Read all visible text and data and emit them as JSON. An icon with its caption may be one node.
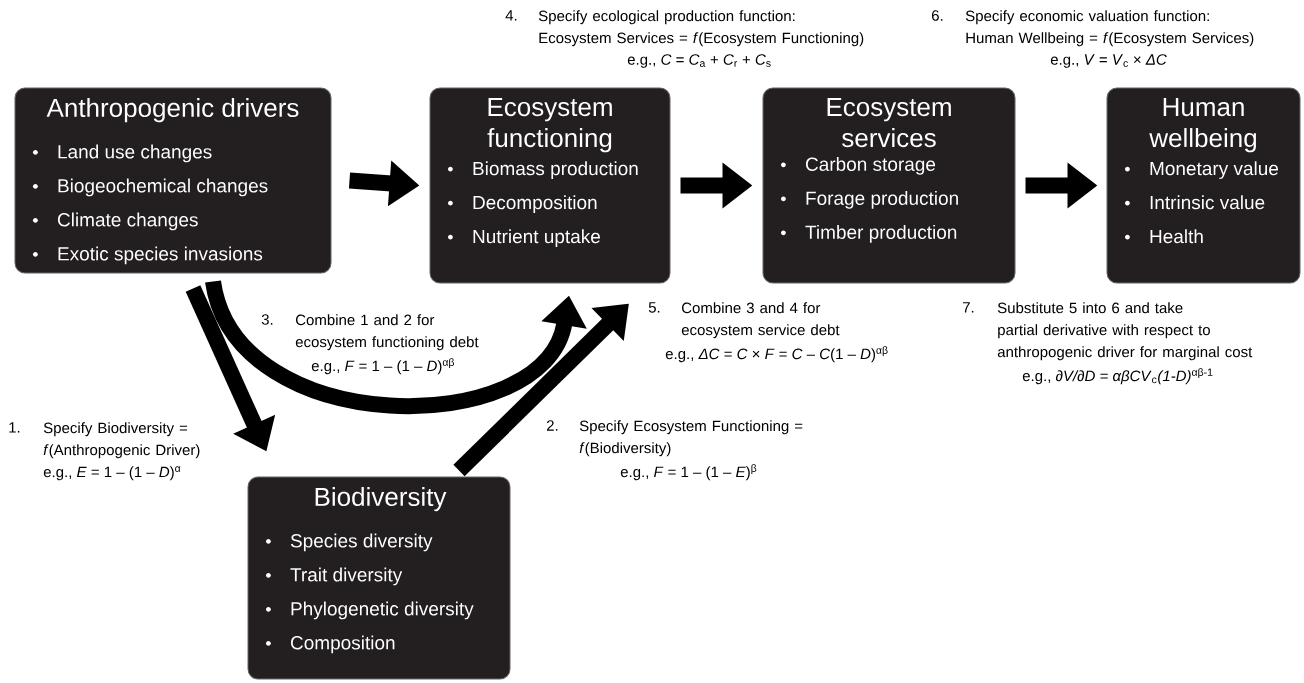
{
  "diagram": {
    "nodes": [
      {
        "text": [
          "Anthropogenic drivers",
          "Land use changes",
          "Biogeochemical changes",
          "Climate changes",
          "Exotic species invasions"
        ]
      },
      {
        "text": [
          "Ecosystem functioning",
          "Biomass production",
          "Decomposition",
          "Nutrient uptake"
        ]
      },
      {
        "text": [
          "Ecosystem services",
          "Carbon storage",
          "Forage production",
          "Timber production"
        ]
      },
      {
        "text": [
          "Human wellbeing",
          "Monetary value",
          "Intrinsic value",
          "Health"
        ]
      },
      {
        "text": [
          "Biodiversity",
          "Species diversity",
          "Trait diversity",
          "Phylogenetic diversity",
          "Composition"
        ]
      }
    ],
    "edges": [
      {
        "from": 0,
        "to": 1,
        "arrow": "to"
      },
      {
        "from": 1,
        "to": 2,
        "arrow": "to"
      },
      {
        "from": 2,
        "to": 3,
        "arrow": "to"
      },
      {
        "from": 0,
        "to": 4,
        "arrow": "to"
      },
      {
        "from": 4,
        "to": 1,
        "arrow": "to"
      },
      {
        "from": 0,
        "to": 1,
        "arrow": "to"
      }
    ],
    "labels": [
      "4.",
      "Specify ecological production function: Ecosystem Services = *f*(Ecosystem Functioning)",
      "e.g., *C* = *C*$_{a}$ + *C*$_{r}$ + *C*$_{s}$",
      "6.",
      "Specify economic valuation function: Human Wellbeing = *f*(Ecosystem Services)",
      "e.g., *V* = *V*$_{c}$ × *ΔC*",
      "5.",
      "Combine 3 and 4 for ecosystem service debt",
      "e.g., *ΔC* = *C* × *F* = *C* – *C*(1 – *D*)$^{αβ}$",
      "7.",
      "Substitute 5 into 6 and take partial derivative with respect to anthropogenic driver for marginal cost",
      "e.g., *∂V/∂D = αβCV*$_{c}$*(1-D)*$^{αβ-1}$",
      "3.",
      "Combine 1 and 2 for ecosystem functioning debt",
      "e.g., *F* = 1 – (1 – *D*)$^{αβ}$",
      "2.",
      "Specify Ecosystem Functioning = *f*(Biodiversity)",
      "e.g., *F* = 1 – (1 – *E*)$^{β}$",
      "1.",
      "Specify Biodiversity = *f*(Anthropogenic Driver)",
      "e.g., *E* = 1 – (1 – *D*)$^{α}$"
    ]
  }
}
